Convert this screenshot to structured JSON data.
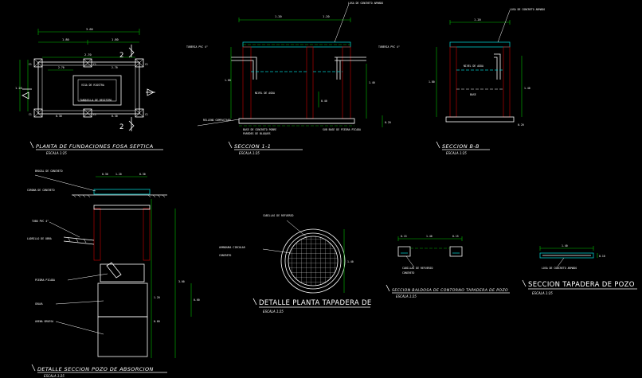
{
  "drawing": {
    "colors": {
      "background": "#000000",
      "lines": "#ffffff",
      "dimensions": "#00c000",
      "hatch": "#e00000",
      "accent": "#00c8c8"
    },
    "views": {
      "planta": {
        "title": "PLANTA DE FUNDACIONES FOSA SEPTICA",
        "scale": "ESCALA 1:25",
        "section_mark": "2",
        "labels": [
          "VIGA DE RIOSTRA",
          "TANQUILLA DE REGISTRO"
        ],
        "dims": [
          "3.60",
          "1.80",
          "2.70",
          "1.20",
          "0.30",
          "0.60",
          "2.70",
          "0.30"
        ],
        "columns": [
          "C1",
          "C1",
          "C1",
          "C1",
          "C1",
          "C1"
        ]
      },
      "seccion11": {
        "title": "SECCION 1-1",
        "scale": "ESCALA 1:25",
        "labels": [
          "LOSA DE CONCRETO ARMADO",
          "TUBERIA PVC 4\"",
          "TUBERIA PVC 4\"",
          "NIVEL DE AGUA",
          "SUB BASE DE PIEDRA PICADA",
          "BASE DE CONCRETO POBRE",
          "PAREDES DE BLOQUES",
          "RELLENO COMPACTADO"
        ],
        "dims": [
          "1.20",
          "1.20",
          "0.40",
          "0.20",
          "1.40",
          "1.60",
          "1.10"
        ]
      },
      "seccionBB": {
        "title": "SECCION B-B",
        "scale": "ESCALA 1:25",
        "labels": [
          "LOSA DE CONCRETO ARMADO",
          "NIVEL DE AGUA",
          "BASE"
        ],
        "dims": [
          "1.20",
          "1.40",
          "1.80",
          "0.20"
        ]
      },
      "pozo": {
        "title": "DETALLE SECCION POZO DE ABSORCION",
        "scale": "ESCALA 1:25",
        "labels": [
          "BROCAL DE CONCRETO",
          "CORONA DE CONCRETO",
          "TUBO PVC 4\"",
          "LADRILLO DE OBRA",
          "PIEDRA PICADA",
          "GRAVA",
          "ARENA GRUESA"
        ],
        "dims": [
          "0.30",
          "1.20",
          "0.30",
          "1.20",
          "0.60",
          "0.60",
          "3.00"
        ]
      },
      "tapadera_planta": {
        "title": "DETALLE PLANTA TAPADERA DE",
        "scale": "ESCALA 1:25",
        "labels": [
          "CABILLAS DE REFUERZO",
          "ARMADURA CIRCULAR",
          "CONCRETO"
        ],
        "dims": [
          "1.40"
        ]
      },
      "baldosa": {
        "title": "SECCION BALDOSA DE CONTORNO TAPADERA DE POZO",
        "scale": "ESCALA 1:25",
        "labels": [
          "CABILLAS DE REFUERZO",
          "CONCRETO"
        ],
        "dims": [
          "0.15",
          "1.40",
          "0.15"
        ]
      },
      "tapadera_seccion": {
        "title": "SECCION TAPADERA DE POZO",
        "scale": "ESCALA 1:25",
        "labels": [
          "LOSA DE CONCRETO ARMADO"
        ],
        "dims": [
          "1.40",
          "0.10"
        ]
      }
    }
  }
}
